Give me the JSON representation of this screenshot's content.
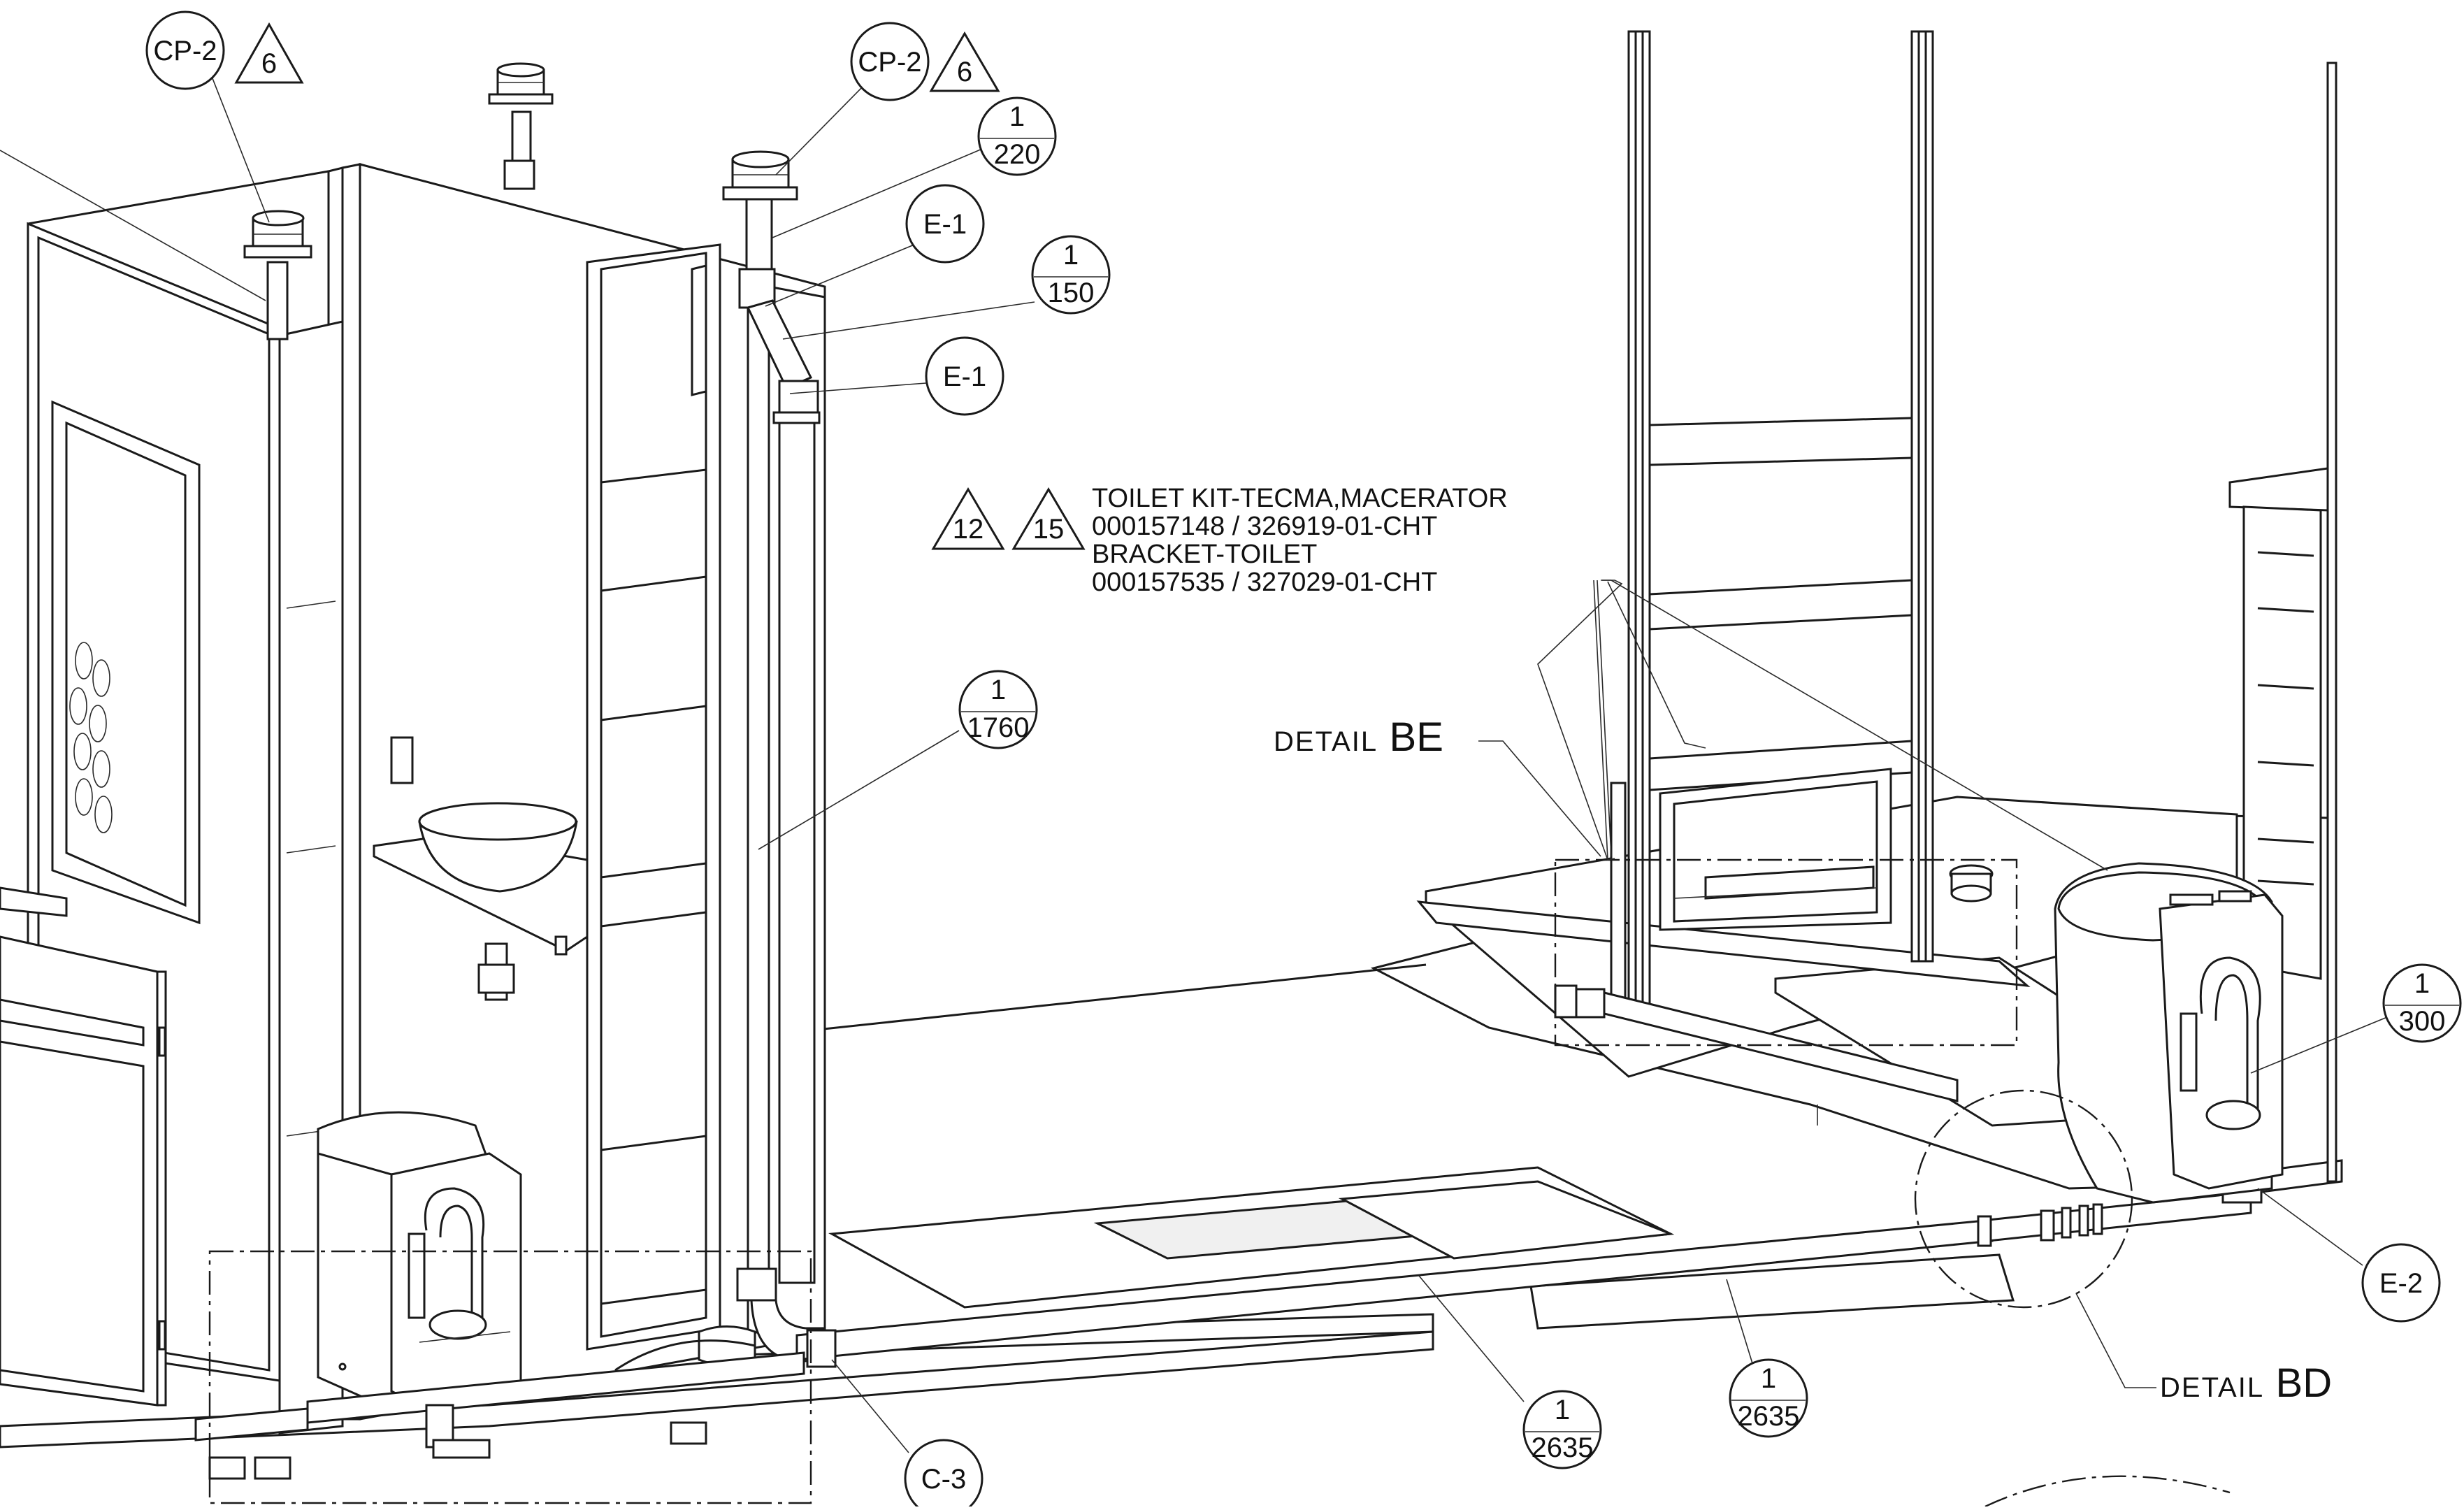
{
  "callouts": {
    "cp2_left": "CP-2",
    "cp2_left_rev": "6",
    "cp2_right": "CP-2",
    "cp2_right_rev": "6",
    "b220_top": "1",
    "b220_bottom": "220",
    "e1_upper": "E-1",
    "b150_top": "1",
    "b150_bottom": "150",
    "e1_lower": "E-1",
    "b1760_top": "1",
    "b1760_bottom": "1760",
    "b300_top": "1",
    "b300_bottom": "300",
    "e2": "E-2",
    "c3": "C-3",
    "b2635a_top": "1",
    "b2635a_bottom": "2635",
    "b2635b_top": "1",
    "b2635b_bottom": "2635"
  },
  "note": {
    "rev_a": "12",
    "rev_b": "15",
    "line1": "TOILET KIT-TECMA,MACERATOR",
    "line2": "000157148 / 326919-01-CHT",
    "line3": "BRACKET-TOILET",
    "line4": "000157535 / 327029-01-CHT"
  },
  "details": {
    "be_prefix": "DETAIL",
    "be_letters": "BE",
    "bd_prefix": "DETAIL",
    "bd_letters": "BD"
  }
}
